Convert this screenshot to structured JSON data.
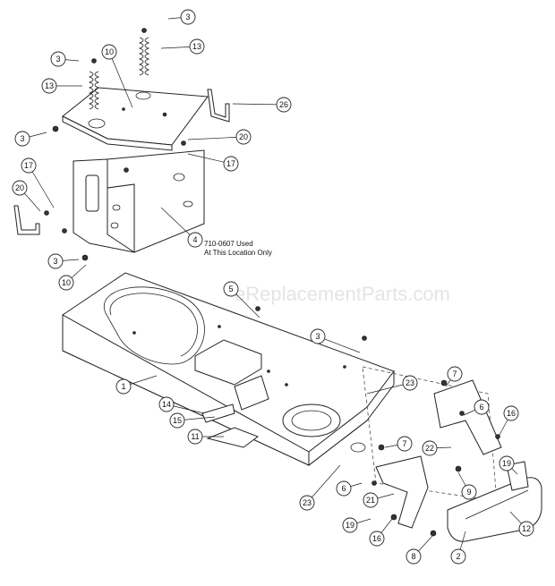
{
  "watermark": "eReplacementParts.com",
  "note": {
    "line1": "710-0607 Used",
    "line2": "At This Location Only"
  },
  "callouts": [
    {
      "id": "c3a",
      "label": "3"
    },
    {
      "id": "c3b",
      "label": "3"
    },
    {
      "id": "c3c",
      "label": "3"
    },
    {
      "id": "c3d",
      "label": "3"
    },
    {
      "id": "c3e",
      "label": "3"
    },
    {
      "id": "c10a",
      "label": "10"
    },
    {
      "id": "c10b",
      "label": "10"
    },
    {
      "id": "c13a",
      "label": "13"
    },
    {
      "id": "c13b",
      "label": "13"
    },
    {
      "id": "c26",
      "label": "26"
    },
    {
      "id": "c20a",
      "label": "20"
    },
    {
      "id": "c20b",
      "label": "20"
    },
    {
      "id": "c17a",
      "label": "17"
    },
    {
      "id": "c17b",
      "label": "17"
    },
    {
      "id": "c4",
      "label": "4"
    },
    {
      "id": "c5",
      "label": "5"
    },
    {
      "id": "c1",
      "label": "1"
    },
    {
      "id": "c23a",
      "label": "23"
    },
    {
      "id": "c23b",
      "label": "23"
    },
    {
      "id": "c7a",
      "label": "7"
    },
    {
      "id": "c7b",
      "label": "7"
    },
    {
      "id": "c6a",
      "label": "6"
    },
    {
      "id": "c6b",
      "label": "6"
    },
    {
      "id": "c16a",
      "label": "16"
    },
    {
      "id": "c16b",
      "label": "16"
    },
    {
      "id": "c14",
      "label": "14"
    },
    {
      "id": "c15",
      "label": "15"
    },
    {
      "id": "c11",
      "label": "11"
    },
    {
      "id": "c22",
      "label": "22"
    },
    {
      "id": "c19a",
      "label": "19"
    },
    {
      "id": "c19b",
      "label": "19"
    },
    {
      "id": "c9",
      "label": "9"
    },
    {
      "id": "c21",
      "label": "21"
    },
    {
      "id": "c12",
      "label": "12"
    },
    {
      "id": "c8",
      "label": "8"
    },
    {
      "id": "c2",
      "label": "2"
    }
  ]
}
